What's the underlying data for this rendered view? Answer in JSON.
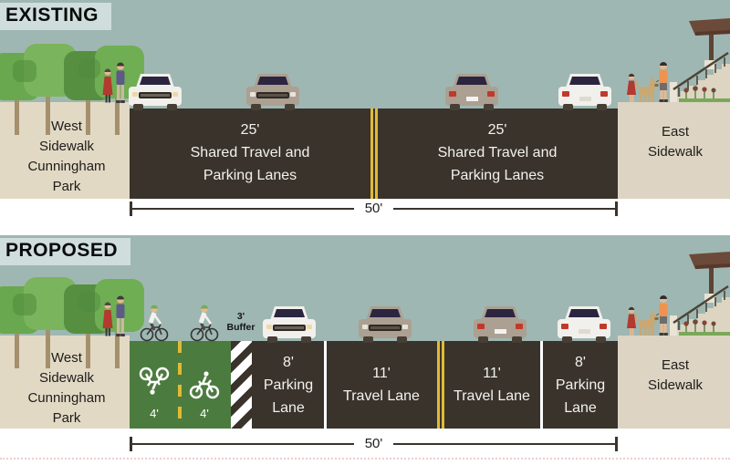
{
  "colors": {
    "sky": "#9fb7b2",
    "header_box": "#cfdedd",
    "road": "#39332b",
    "sidewalk_west": "#e2d9c5",
    "sidewalk_east": "#ddd4c3",
    "bike_lane_green": "#4c7b3f",
    "lane_yellow": "#e0ba35",
    "measure": "#3a342c"
  },
  "existing": {
    "title": "EXISTING",
    "west_sidewalk_lines": [
      "West",
      "Sidewalk",
      "Cunningham",
      "Park"
    ],
    "east_sidewalk_lines": [
      "East",
      "Sidewalk"
    ],
    "lanes": [
      {
        "width_label": "25'",
        "lines": [
          "Shared Travel and",
          "Parking Lanes"
        ]
      },
      {
        "width_label": "25'",
        "lines": [
          "Shared Travel and",
          "Parking Lanes"
        ]
      }
    ],
    "total_width_label": "50'"
  },
  "proposed": {
    "title": "PROPOSED",
    "west_sidewalk_lines": [
      "West",
      "Sidewalk",
      "Cunningham",
      "Park"
    ],
    "east_sidewalk_lines": [
      "East",
      "Sidewalk"
    ],
    "bike_lanes": [
      {
        "width_label": "4'"
      },
      {
        "width_label": "4'"
      }
    ],
    "buffer_lines": [
      "3'",
      "Buffer"
    ],
    "lanes": [
      {
        "lines": [
          "8'",
          "Parking",
          "Lane"
        ]
      },
      {
        "lines": [
          "11'",
          "Travel Lane"
        ]
      },
      {
        "lines": [
          "11'",
          "Travel Lane"
        ]
      },
      {
        "lines": [
          "8'",
          "Parking",
          "Lane"
        ]
      }
    ],
    "total_width_label": "50'"
  }
}
